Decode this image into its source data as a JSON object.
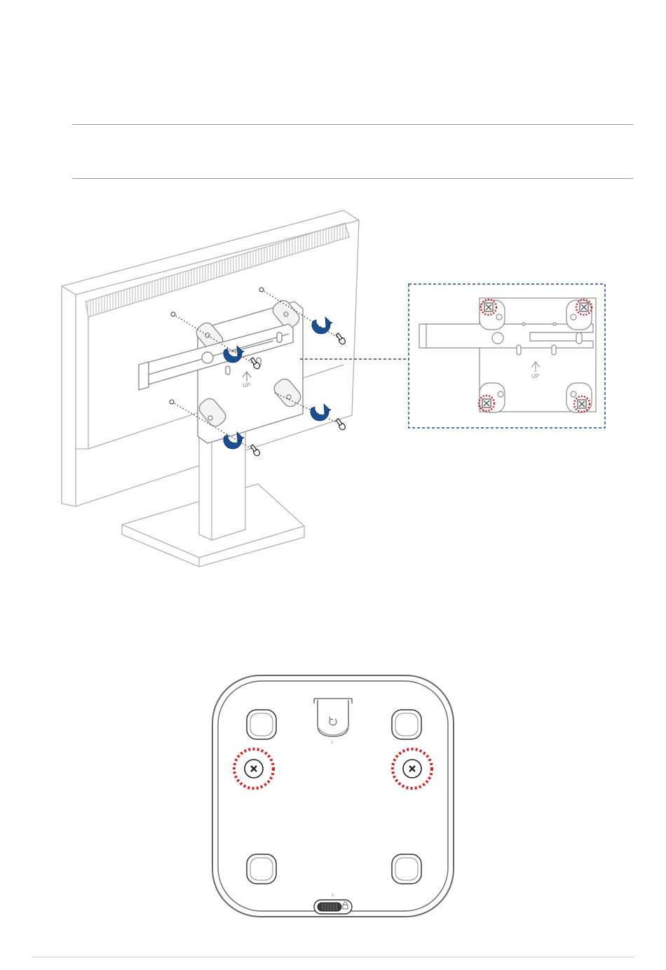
{
  "figure_1": {
    "bracket_up_label": "UP",
    "detail_up_label": "UP"
  },
  "figure_2": {
    "tab_number": "2",
    "latch_number": "1"
  },
  "colors": {
    "rule": "#9a9a9a",
    "line_art": "#8c8c8c",
    "arrow_blue": "#1a4f94",
    "callout_blue": "#1f4e8c",
    "highlight_red": "#d81e1e"
  },
  "icons": [
    "rotate-arrow-icon",
    "screw-icon",
    "up-arrow-icon",
    "lock-icon"
  ]
}
